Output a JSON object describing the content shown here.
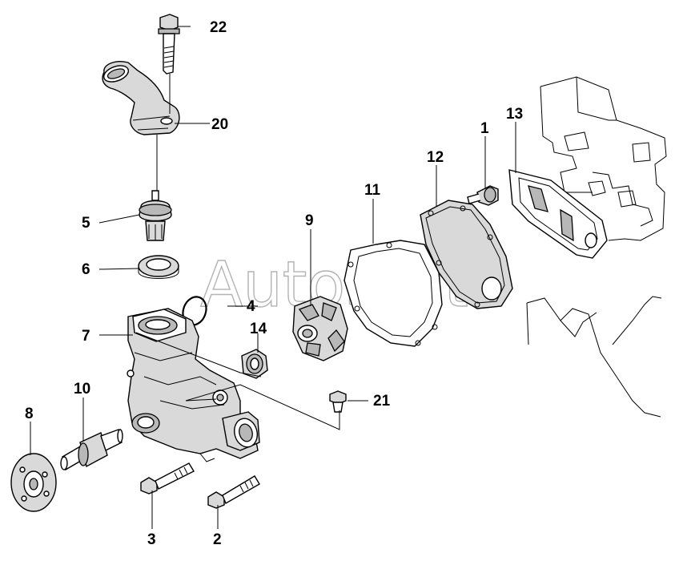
{
  "watermark": "AutoSoft",
  "callouts": [
    {
      "id": "1",
      "text": "1"
    },
    {
      "id": "2",
      "text": "2"
    },
    {
      "id": "3",
      "text": "3"
    },
    {
      "id": "4",
      "text": "4"
    },
    {
      "id": "5",
      "text": "5"
    },
    {
      "id": "6",
      "text": "6"
    },
    {
      "id": "7",
      "text": "7"
    },
    {
      "id": "8",
      "text": "8"
    },
    {
      "id": "9",
      "text": "9"
    },
    {
      "id": "10",
      "text": "10"
    },
    {
      "id": "11",
      "text": "11"
    },
    {
      "id": "12",
      "text": "12"
    },
    {
      "id": "13",
      "text": "13"
    },
    {
      "id": "14",
      "text": "14"
    },
    {
      "id": "20",
      "text": "20"
    },
    {
      "id": "21",
      "text": "21"
    },
    {
      "id": "22",
      "text": "22"
    }
  ]
}
